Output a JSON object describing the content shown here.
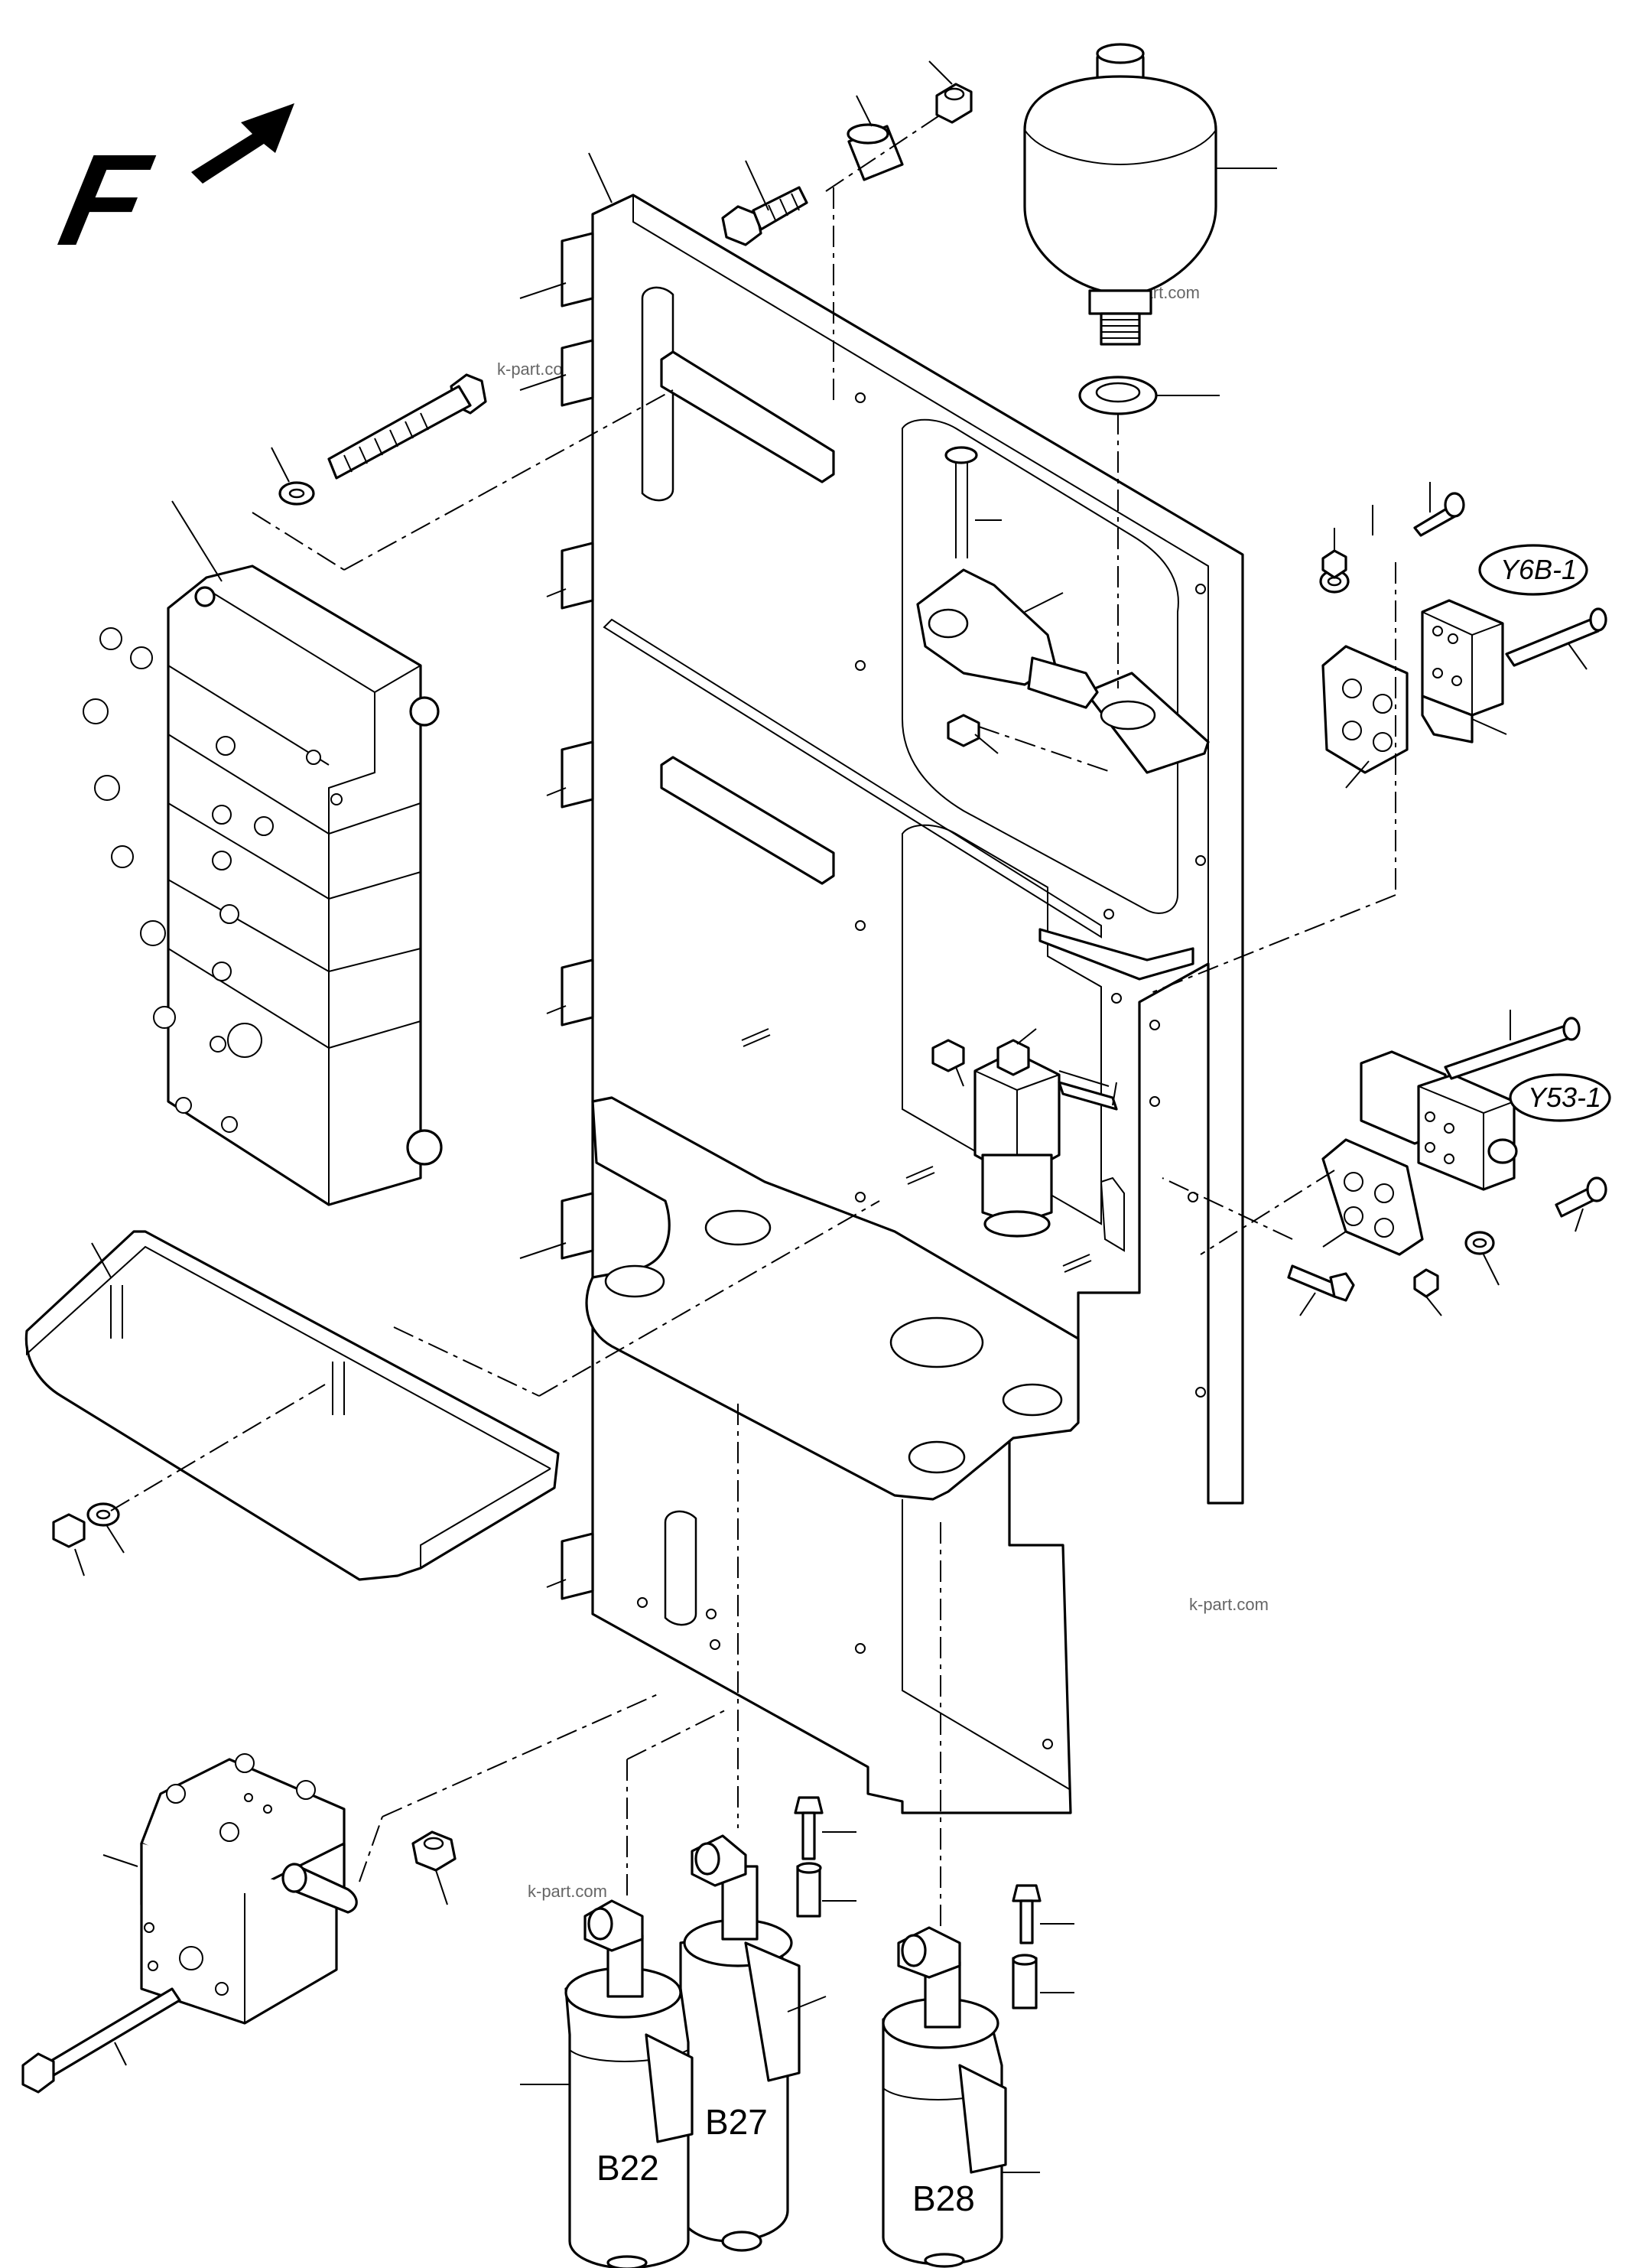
{
  "direction_marker": "F",
  "watermark": "k-part.com",
  "labels": {
    "y6b": "Y6B-1",
    "y53": "Y53-1",
    "b22": "B22",
    "b27": "B27",
    "b28": "B28"
  },
  "icons": {
    "arrow": "forward-direction-arrow"
  }
}
